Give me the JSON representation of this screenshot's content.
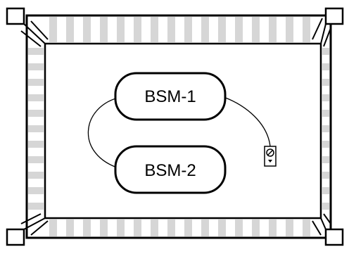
{
  "diagram": {
    "nodes": [
      {
        "id": "bsm1",
        "label": "BSM-1"
      },
      {
        "id": "bsm2",
        "label": "BSM-2"
      }
    ],
    "connections": [
      {
        "from": "bsm1",
        "to": "bsm2"
      },
      {
        "from": "bsm1",
        "to": "wall-outlet"
      }
    ],
    "icons": [
      {
        "name": "wall-outlet-icon"
      },
      {
        "name": "frame-corner-icon"
      }
    ],
    "colors": {
      "stroke": "#000000",
      "stripe": "#d6d6d6",
      "background": "#ffffff"
    }
  }
}
